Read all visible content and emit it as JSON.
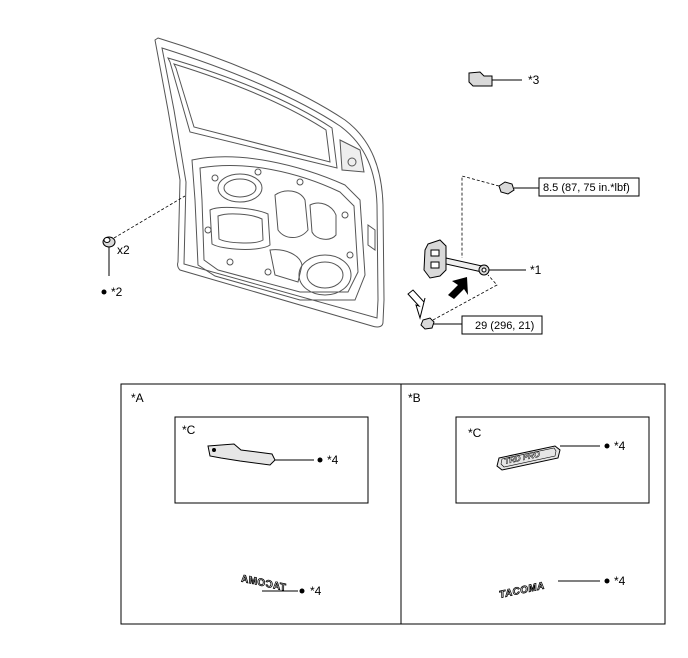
{
  "callouts": {
    "c1": "*1",
    "c2": "*2",
    "c3": "*3",
    "c4": "*4",
    "qty": "x2"
  },
  "torque": {
    "nut": "8.5 (87, 75 in.*lbf)",
    "bolt": "29 (296, 21)"
  },
  "panels": {
    "a_label": "*A",
    "b_label": "*B",
    "c_label": "*C"
  },
  "emblems": {
    "tacoma": "TACOMA",
    "trdpro": "TRD PRO"
  },
  "colors": {
    "line": "#000000",
    "part_fill": "#d9d9d9",
    "door_line": "#555555"
  },
  "icons": [
    "door-panel-illustration",
    "door-check-icon",
    "clip-icon",
    "nut-icon",
    "bolt-icon",
    "arrow-icon",
    "emblem-icon",
    "mark-bullet-icon"
  ]
}
